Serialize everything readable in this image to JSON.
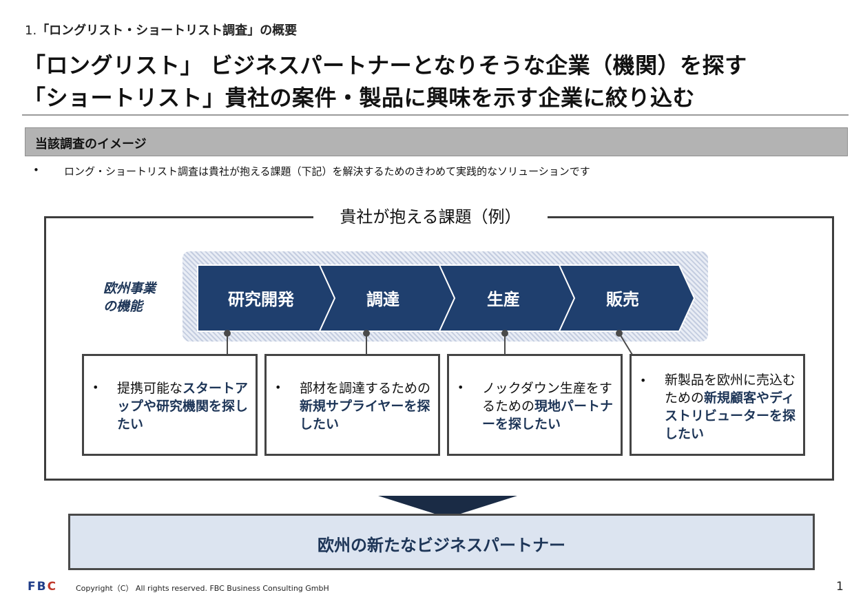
{
  "header": {
    "section_number": "1.",
    "section_title": "「ロングリスト・ショートリスト調査」",
    "section_suffix": "の概要",
    "headline_line1": "「ロングリスト」 ビジネスパートナーとなりそうな企業（機関）を探す",
    "headline_line2": "「ショートリスト」貴社の案件・製品に興味を示す企業に絞り込む"
  },
  "section_bar": {
    "title": "当該調査のイメージ"
  },
  "intro": {
    "bullet": "•",
    "text": "ロング・ショートリスト調査は貴社が抱える課題（下記）を解決するためのきわめて実践的なソリューションです"
  },
  "issues": {
    "title": "貴社が抱える課題（例）",
    "function_label_line1": "欧州事業",
    "function_label_line2": "の機能",
    "functions": [
      {
        "label": "研究開発"
      },
      {
        "label": "調達"
      },
      {
        "label": "生産"
      },
      {
        "label": "販売"
      }
    ],
    "challenges": [
      {
        "bullet": "•",
        "normal": "提携可能な",
        "emphasis": "スタートアップや研究機関を",
        "rest": "探したい"
      },
      {
        "bullet": "•",
        "normal": "部材を調達するための",
        "emphasis": "新規サプライヤー",
        "rest": "を探したい"
      },
      {
        "bullet": "•",
        "normal": "ノックダウン生産をするための",
        "emphasis": "現地パートナー",
        "rest": "を探したい"
      },
      {
        "bullet": "•",
        "normal": "新製品を欧州に売込むための",
        "emphasis": "新規顧客やディストリビューター",
        "rest": "を探したい"
      }
    ]
  },
  "result": {
    "text": "欧州の新たなビジネスパートナー"
  },
  "footer": {
    "logo_f": "F",
    "logo_b": "B",
    "logo_c": "C",
    "copyright": "Copyright（C） All rights reserved. FBC Business Consulting GmbH",
    "page_number": "1"
  },
  "colors": {
    "navy": "#1f3f6e",
    "dark_navy": "#1a2b45",
    "band_blue": "#dfe5ef",
    "result_fill": "#dce4f0",
    "section_bar_gray": "#b3b3b3"
  }
}
